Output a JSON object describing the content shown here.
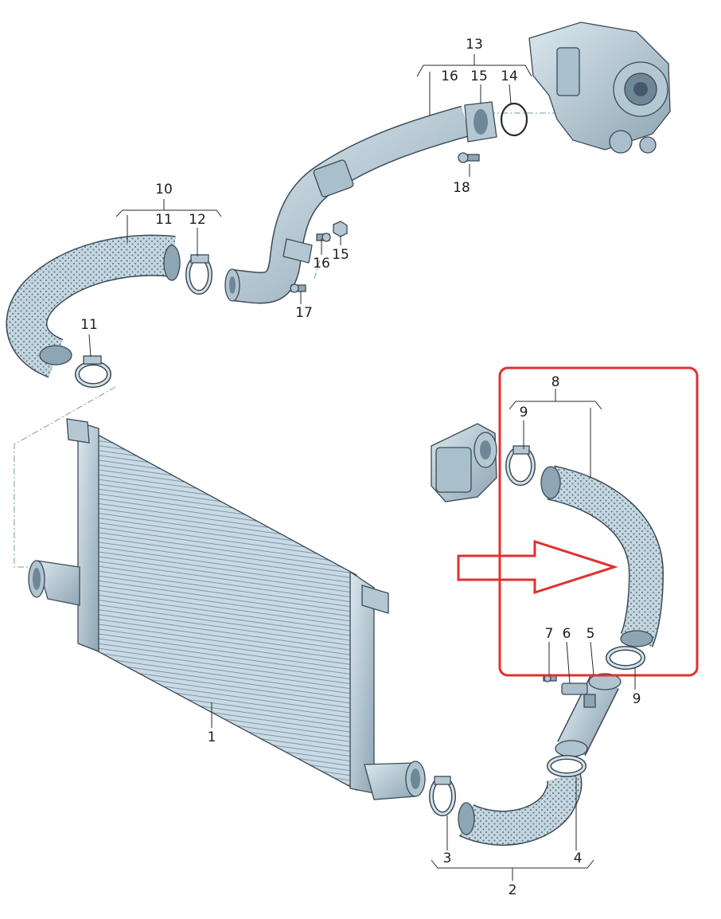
{
  "labels": {
    "l1": "1",
    "l2": "2",
    "l3": "3",
    "l4": "4",
    "l5": "5",
    "l6": "6",
    "l7": "7",
    "l8": "8",
    "l9a": "9",
    "l9b": "9",
    "l10": "10",
    "l11a": "11",
    "l11b": "11",
    "l12": "12",
    "l13": "13",
    "l14": "14",
    "l15a": "15",
    "l15b": "15",
    "l16a": "16",
    "l16b": "16",
    "l17": "17",
    "l18": "18"
  },
  "colors": {
    "part_fill": "#c4d6e0",
    "part_shade": "#9fb4c2",
    "part_dark": "#6f8796",
    "outline": "#3b4a55",
    "highlight": "#e03030"
  }
}
